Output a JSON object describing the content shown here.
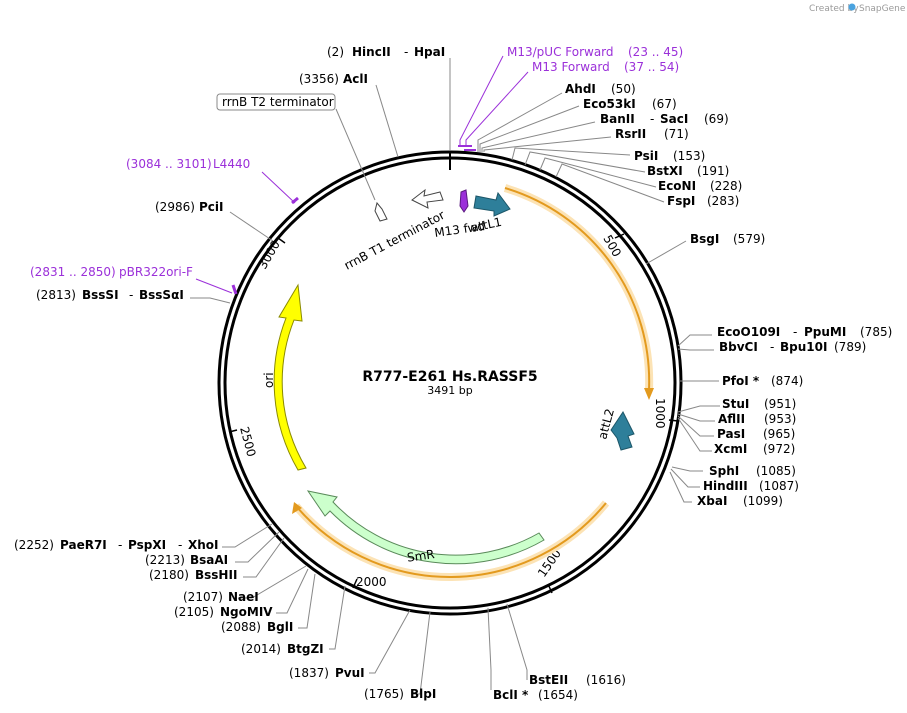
{
  "header": {
    "created_by": "Created by",
    "brand": "SnapGene"
  },
  "plasmid": {
    "name": "R777-E261 Hs.RASSF5",
    "length_label": "3491 bp",
    "length": 3491
  },
  "ticks": [
    {
      "pos": 500,
      "label": "500"
    },
    {
      "pos": 1000,
      "label": "1000"
    },
    {
      "pos": 1500,
      "label": "1500"
    },
    {
      "pos": 2000,
      "label": "2000"
    },
    {
      "pos": 2500,
      "label": "2500"
    },
    {
      "pos": 3000,
      "label": "3000"
    }
  ],
  "sites_right": [
    {
      "name": "AhdI",
      "pos": 50,
      "pos_label": "(50)"
    },
    {
      "name": "Eco53kI",
      "pos": 67,
      "pos_label": "(67)"
    },
    {
      "name": "BanII",
      "name2": "SacI",
      "pos": 69,
      "pos_label": "(69)"
    },
    {
      "name": "RsrII",
      "pos": 71,
      "pos_label": "(71)"
    },
    {
      "name": "PsiI",
      "pos": 153,
      "pos_label": "(153)"
    },
    {
      "name": "BstXI",
      "pos": 191,
      "pos_label": "(191)"
    },
    {
      "name": "EcoNI",
      "pos": 228,
      "pos_label": "(228)"
    },
    {
      "name": "FspI",
      "pos": 283,
      "pos_label": "(283)"
    },
    {
      "name": "BsgI",
      "pos": 579,
      "pos_label": "(579)"
    },
    {
      "name": "EcoO109I",
      "name2": "PpuMI",
      "pos": 785,
      "pos_label": "(785)"
    },
    {
      "name": "BbvCI",
      "name2": "Bpu10I",
      "pos": 789,
      "pos_label": "(789)"
    },
    {
      "name": "PfoI *",
      "pos": 874,
      "pos_label": "(874)"
    },
    {
      "name": "StuI",
      "pos": 951,
      "pos_label": "(951)"
    },
    {
      "name": "AflII",
      "pos": 953,
      "pos_label": "(953)"
    },
    {
      "name": "PasI",
      "pos": 965,
      "pos_label": "(965)"
    },
    {
      "name": "XcmI",
      "pos": 972,
      "pos_label": "(972)"
    },
    {
      "name": "SphI",
      "pos": 1085,
      "pos_label": "(1085)"
    },
    {
      "name": "HindIII",
      "pos": 1087,
      "pos_label": "(1087)"
    },
    {
      "name": "XbaI",
      "pos": 1099,
      "pos_label": "(1099)"
    },
    {
      "name": "BstEII",
      "pos": 1616,
      "pos_label": "(1616)"
    },
    {
      "name": "BclI *",
      "pos": 1654,
      "pos_label": "(1654)"
    }
  ],
  "sites_left": [
    {
      "name": "HincII",
      "name2": "HpaI",
      "pos": 2,
      "pos_label": "(2)"
    },
    {
      "name": "AclI",
      "pos": 3356,
      "pos_label": "(3356)"
    },
    {
      "name": "PciI",
      "pos": 2986,
      "pos_label": "(2986)"
    },
    {
      "name": "BssSI",
      "name2": "BssSαI",
      "pos": 2813,
      "pos_label": "(2813)"
    },
    {
      "name": "PaeR7I",
      "name2": "PspXI",
      "name3": "XhoI",
      "pos": 2252,
      "pos_label": "(2252)"
    },
    {
      "name": "BsaAI",
      "pos": 2213,
      "pos_label": "(2213)"
    },
    {
      "name": "BssHII",
      "pos": 2180,
      "pos_label": "(2180)"
    },
    {
      "name": "NaeI",
      "pos": 2107,
      "pos_label": "(2107)"
    },
    {
      "name": "NgoMIV",
      "pos": 2105,
      "pos_label": "(2105)"
    },
    {
      "name": "BglI",
      "pos": 2088,
      "pos_label": "(2088)"
    },
    {
      "name": "BtgZI",
      "pos": 2014,
      "pos_label": "(2014)"
    },
    {
      "name": "PvuI",
      "pos": 1837,
      "pos_label": "(1837)"
    },
    {
      "name": "BlpI",
      "pos": 1765,
      "pos_label": "(1765)"
    }
  ],
  "primers": [
    {
      "name": "M13/pUC Forward",
      "range": "(23 .. 45)"
    },
    {
      "name": "M13 Forward",
      "range": "(37 .. 54)"
    },
    {
      "name": "L4440",
      "range": "(3084 .. 3101)"
    },
    {
      "name": "pBR322ori-F",
      "range": "(2831 .. 2850)"
    }
  ],
  "features": {
    "attL1": "attL1",
    "attL2": "attL2",
    "m13fwd": "M13 fwd",
    "rrnB_T1": "rrnB T1 terminator",
    "rrnB_T2": "rrnB T2 terminator",
    "ori": "ori",
    "SmR": "SmR"
  },
  "colors": {
    "primer": "#9B30D9",
    "attL": "#2E7F9A",
    "ori": "#FFFF00",
    "SmR": "#CCFFCC",
    "orf": "#F5A623",
    "backbone": "#000000"
  }
}
